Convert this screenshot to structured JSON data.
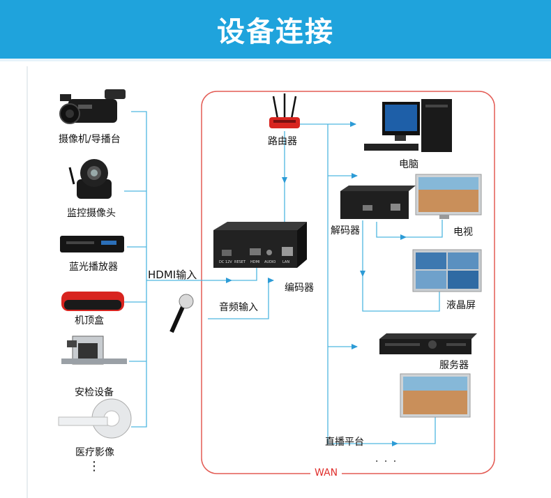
{
  "title": "设备连接",
  "labels": {
    "camera": "摄像机/导播台",
    "monitor_cam": "监控摄像头",
    "bluray": "蓝光播放器",
    "stb": "机顶盒",
    "security": "安检设备",
    "medical": "医疗影像",
    "hdmi_in": "HDMI输入",
    "audio_in": "音频输入",
    "encoder": "编码器",
    "router": "路由器",
    "pc": "电脑",
    "decoder": "解码器",
    "tv": "电视",
    "lcd": "液晶屏",
    "server": "服务器",
    "live_platform": "直播平台",
    "wan": "WAN",
    "ellipsis_h": "· · ·",
    "ellipsis_v": "⋮"
  },
  "encoder_ports": [
    "DC 12V",
    "RESET",
    "HDMI",
    "AUDIO",
    "LAN"
  ],
  "colors": {
    "banner": "#1fa3dc",
    "line": "#4fb6e0",
    "wan_border": "#e35b54"
  }
}
